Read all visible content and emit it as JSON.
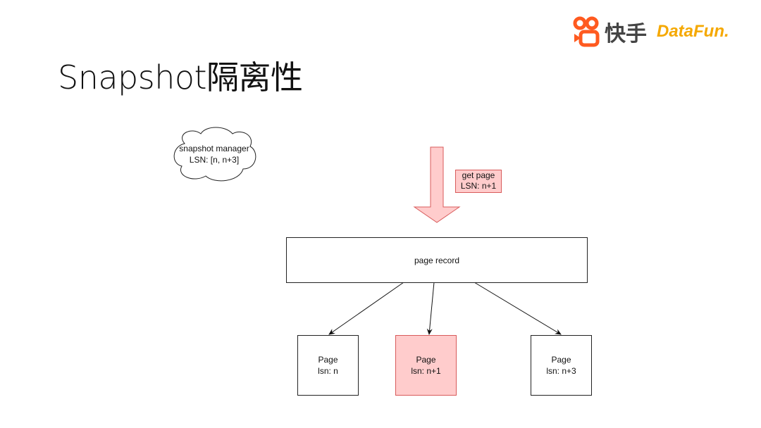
{
  "slide": {
    "title": "Snapshot隔离性"
  },
  "logos": {
    "kuaishou": "快手",
    "datafun": "DataFun."
  },
  "diagram": {
    "cloud": {
      "line1": "snapshot manager",
      "line2": "LSN: [n, n+3]"
    },
    "request_label": {
      "line1": "get page",
      "line2": "LSN: n+1"
    },
    "record": {
      "label": "page record"
    },
    "pages": [
      {
        "line1": "Page",
        "line2": "lsn: n",
        "highlighted": false
      },
      {
        "line1": "Page",
        "line2": "lsn: n+1",
        "highlighted": true
      },
      {
        "line1": "Page",
        "line2": "lsn: n+3",
        "highlighted": false
      }
    ]
  },
  "colors": {
    "highlight_fill": "#ffcccc",
    "highlight_stroke": "#d85b5b",
    "kuaishou_orange": "#ff5a1f",
    "datafun_yellow": "#f5a800"
  }
}
